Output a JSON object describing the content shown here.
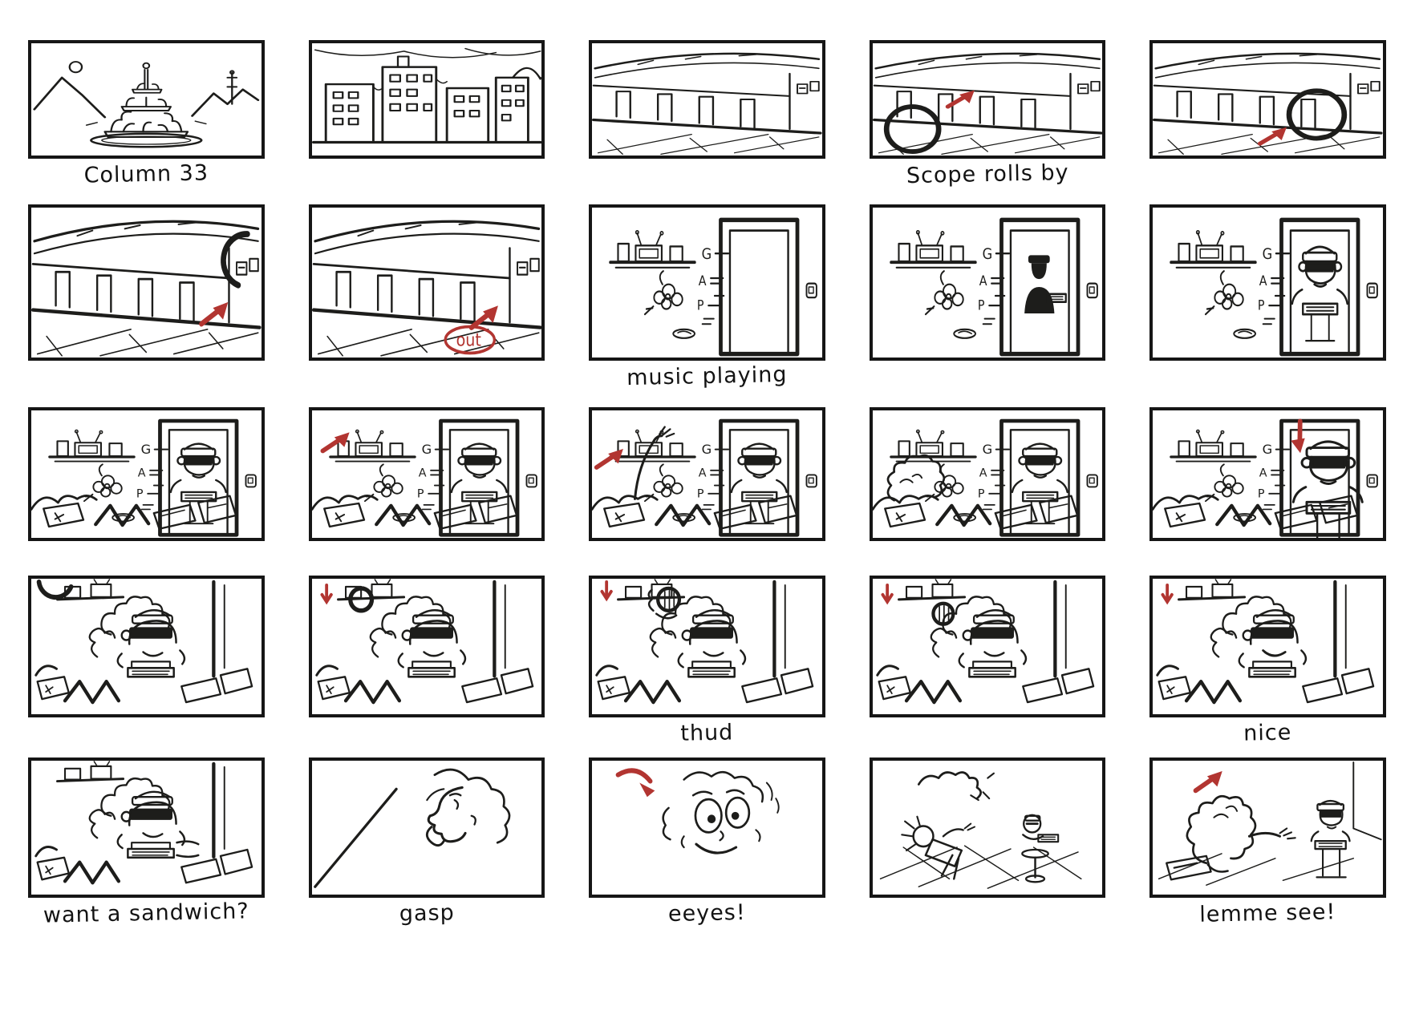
{
  "page": {
    "kind": "storyboard",
    "ink_color": "#1d1d1b",
    "annotation_color": "#b23531",
    "grid": {
      "rows": 5,
      "cols": 5
    }
  },
  "sign": {
    "letter_g": "G",
    "letter_a": "A",
    "letter_p": "P"
  },
  "annotations": {
    "out_label": "out"
  },
  "panels": [
    {
      "caption": "Column 33",
      "description": "wide shot of tiered column city on island platform, mountains and sun"
    },
    {
      "caption": "",
      "description": "city skyline with buildings, windows and hanging wires"
    },
    {
      "caption": "",
      "description": "curved wall of the column with doorways, empty street"
    },
    {
      "caption": "Scope rolls by",
      "description": "scope circle rolls along wall, red arrow"
    },
    {
      "caption": "",
      "description": "scope circle further right, red arrow"
    },
    {
      "caption": "",
      "description": "scope exits frame right, red arrow"
    },
    {
      "caption": "",
      "description": "empty wall, red circled 'out' note with red arrow"
    },
    {
      "caption": "music playing",
      "description": "interior with open doorway, shelf, G A P sign, flower, plate"
    },
    {
      "caption": "",
      "description": "silhouetted figure with hat appears in doorway"
    },
    {
      "caption": "",
      "description": "delivery character with goggles and sandwich tray in doorway"
    },
    {
      "caption": "",
      "description": "wider interior, couch with blanket in foreground, character at door"
    },
    {
      "caption": "",
      "description": "same scene, red arrow pointing at shelf"
    },
    {
      "caption": "",
      "description": "arm reaches up from couch, red arrow"
    },
    {
      "caption": "",
      "description": "figure with fluffy hair sits up on couch"
    },
    {
      "caption": "",
      "description": "character at door with tray, red arrow points down at couch"
    },
    {
      "caption": "",
      "description": "couch character with hat and goggles holds sandwich tray, round object above"
    },
    {
      "caption": "",
      "description": "bold circle object top left, red down arrow"
    },
    {
      "caption": "thud",
      "description": "gloved hand holds dark round object, red down arrow"
    },
    {
      "caption": "",
      "description": "object beside head, red down arrow"
    },
    {
      "caption": "nice",
      "description": "character smiles, red down arrow"
    },
    {
      "caption": "want a sandwich?",
      "description": "character offers sandwich tray"
    },
    {
      "caption": "gasp",
      "description": "profile close-up of gasping face against fluffy hair"
    },
    {
      "caption": "eeyes!",
      "description": "excited face with huge eyes, red curved arrow"
    },
    {
      "caption": "",
      "description": "top-down room, person sprawled on floor, character with tray by small table"
    },
    {
      "caption": "lemme see!",
      "description": "fluffy-haired person reaches toward delivery character with tray, red arrow"
    }
  ]
}
